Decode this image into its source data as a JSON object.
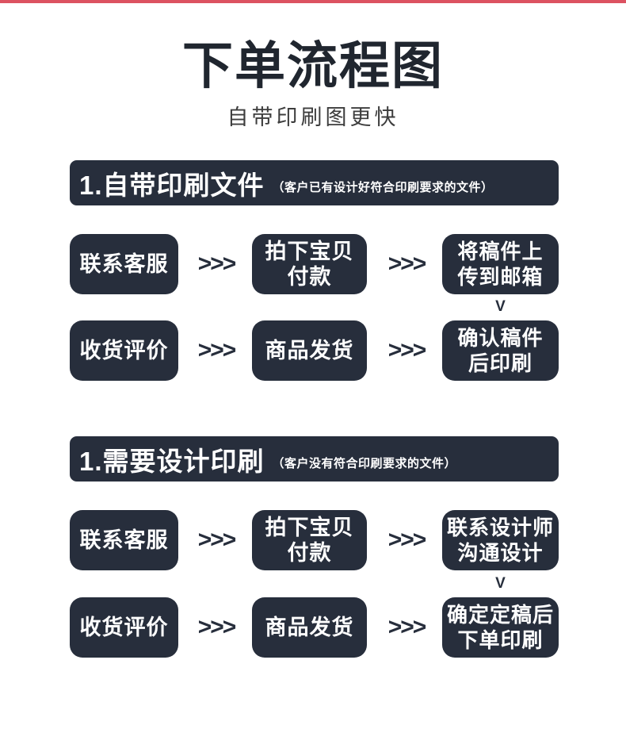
{
  "page": {
    "title": "下单流程图",
    "subtitle": "自带印刷图更快",
    "accent_color": "#dc5261",
    "dark_color": "#272e3c",
    "arrow_glyph": ">>>",
    "down_connector_glyph": "V"
  },
  "sections": [
    {
      "heading": "1.自带印刷文件",
      "note": "（客户已有设计好符合印刷要求的文件）",
      "rows": [
        {
          "steps": [
            "联系客服",
            "拍下宝贝\n付款",
            "将稿件上\n传到邮箱"
          ]
        },
        {
          "steps": [
            "收货评价",
            "商品发货",
            "确认稿件\n后印刷"
          ]
        }
      ]
    },
    {
      "heading": "1.需要设计印刷",
      "note": "（客户没有符合印刷要求的文件）",
      "rows": [
        {
          "steps": [
            "联系客服",
            "拍下宝贝\n付款",
            "联系设计师\n沟通设计"
          ]
        },
        {
          "steps": [
            "收货评价",
            "商品发货",
            "确定定稿后\n下单印刷"
          ]
        }
      ]
    }
  ]
}
